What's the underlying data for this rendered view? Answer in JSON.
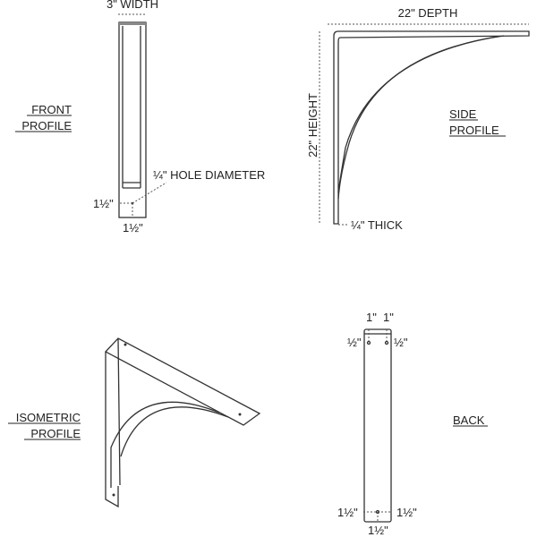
{
  "front": {
    "title_line1": "FRONT",
    "title_line2": "PROFILE",
    "width_label": "3\" WIDTH",
    "hole_label": "¼\" HOLE DIAMETER",
    "hole_side": "1½\"",
    "hole_bottom": "1½\""
  },
  "side": {
    "title_line1": "SIDE",
    "title_line2": "PROFILE",
    "depth_label": "22\" DEPTH",
    "height_label": "22\" HEIGHT",
    "thick_label": "¼\" THICK"
  },
  "iso": {
    "title_line1": "ISOMETRIC",
    "title_line2": "PROFILE"
  },
  "back": {
    "title": "BACK",
    "top_left": "1\"",
    "top_right": "1\"",
    "half_left": "½\"",
    "half_right": "½\"",
    "bottom_left": "1½\"",
    "bottom_right": "1½\"",
    "bottom_center": "1½\""
  }
}
